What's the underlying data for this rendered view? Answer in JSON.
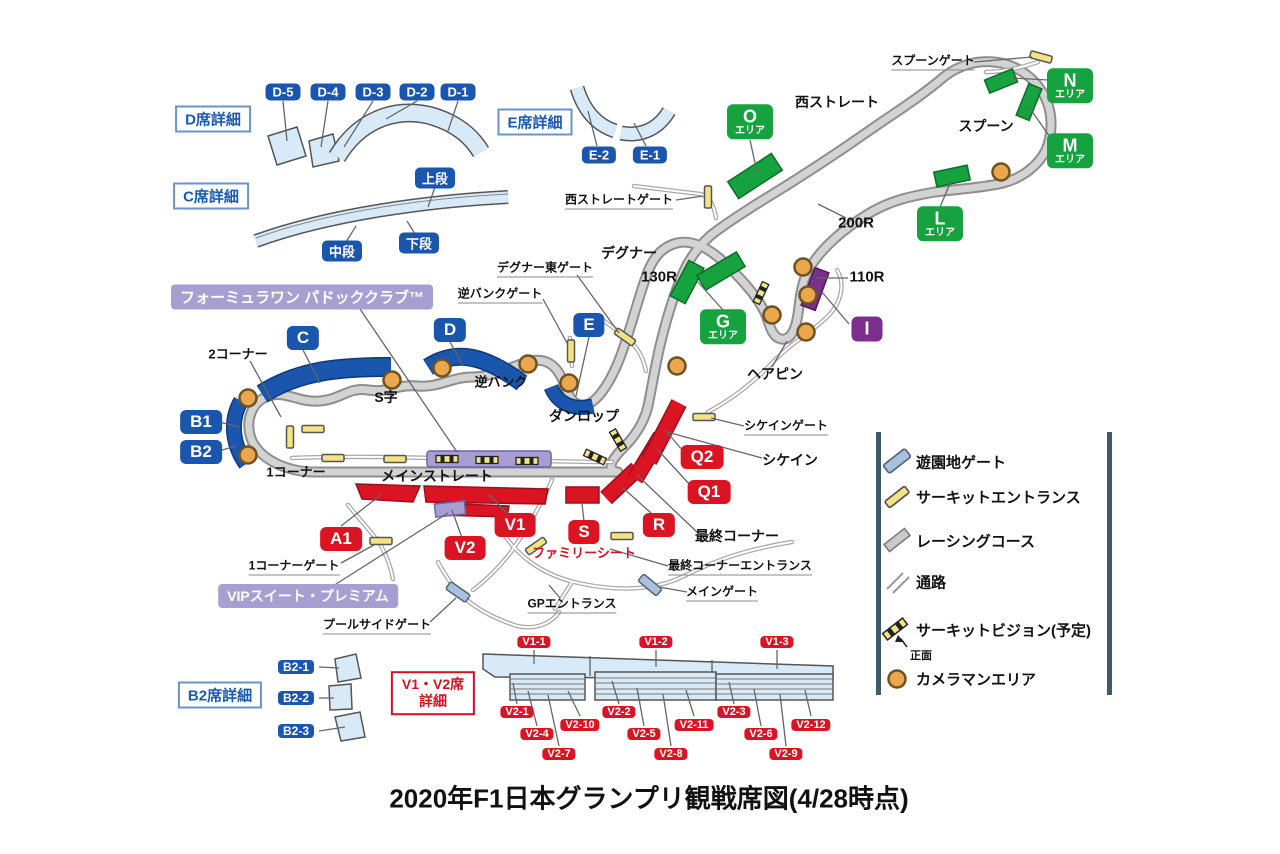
{
  "title": "2020年F1日本グランプリ観戦席図(4/28時点)",
  "details": {
    "d": {
      "title": "D席詳細",
      "sections": [
        "D-5",
        "D-4",
        "D-3",
        "D-2",
        "D-1"
      ]
    },
    "c": {
      "title": "C席詳細",
      "tiers": [
        "上段",
        "中段",
        "下段"
      ]
    },
    "e": {
      "title": "E席詳細",
      "sections": [
        "E-2",
        "E-1"
      ]
    },
    "b2": {
      "title": "B2席詳細",
      "sections": [
        "B2-1",
        "B2-2",
        "B2-3"
      ]
    },
    "v": {
      "title_line1": "V1・V2席",
      "title_line2": "詳細",
      "v1_sections": [
        "V1-1",
        "V1-2",
        "V1-3"
      ],
      "v2_sections": [
        "V2-1",
        "V2-2",
        "V2-3",
        "V2-4",
        "V2-5",
        "V2-6",
        "V2-7",
        "V2-8",
        "V2-9",
        "V2-10",
        "V2-11",
        "V2-12"
      ]
    }
  },
  "stands": {
    "c": "C",
    "d": "D",
    "e": "E",
    "b1": "B1",
    "b2": "B2",
    "a1": "A1",
    "v1": "V1",
    "v2": "V2",
    "s": "S",
    "r": "R",
    "q1": "Q1",
    "q2": "Q2"
  },
  "areas": {
    "o": "O",
    "n": "N",
    "m": "M",
    "l": "L",
    "g": "G",
    "i": "I",
    "suffix": "エリア"
  },
  "track": {
    "main_straight": "メインストレート",
    "west_straight": "西ストレート",
    "corner1": "1コーナー",
    "corner2": "2コーナー",
    "s_curves": "S字",
    "reverse_bank": "逆バンク",
    "dunlop": "ダンロップ",
    "degner": "デグナー",
    "r130": "130R",
    "r200": "200R",
    "r110": "110R",
    "hairpin": "ヘアピン",
    "spoon": "スプーン",
    "chicane": "シケイン",
    "final_corner": "最終コーナー"
  },
  "gates": {
    "spoon_gate": "スプーンゲート",
    "west_straight_gate": "西ストレートゲート",
    "degner_east_gate": "デグナー東ゲート",
    "reverse_bank_gate": "逆バンクゲート",
    "chicane_gate": "シケインゲート",
    "corner1_gate": "1コーナーゲート",
    "poolside_gate": "プールサイドゲート",
    "main_gate": "メインゲート",
    "gp_entrance": "GPエントランス",
    "final_corner_entrance": "最終コーナーエントランス"
  },
  "premium": {
    "paddock_club": "フォーミュラワン パドッククラブ™",
    "vip_suite": "VIPスイート・プレミアム",
    "family_seat": "ファミリーシート"
  },
  "legend": {
    "items": [
      "遊園地ゲート",
      "サーキットエントランス",
      "レーシングコース",
      "通路",
      "サーキットビジョン(予定)",
      "カメラマンエリア"
    ],
    "front_note": "正面"
  },
  "colors": {
    "stand_red": "#da1423",
    "stand_blue": "#1a55ae",
    "area_green": "#16a23e",
    "area_purple": "#7c2e8d",
    "premium_lavender": "#a79fd2",
    "detail_seat_blue": "#d8eaf7",
    "gate_yellow": "#f3e385",
    "park_gate_blue": "#a9c0e2",
    "camera_orange": "#eaa74e",
    "course_gray": "#d3d3d3"
  }
}
